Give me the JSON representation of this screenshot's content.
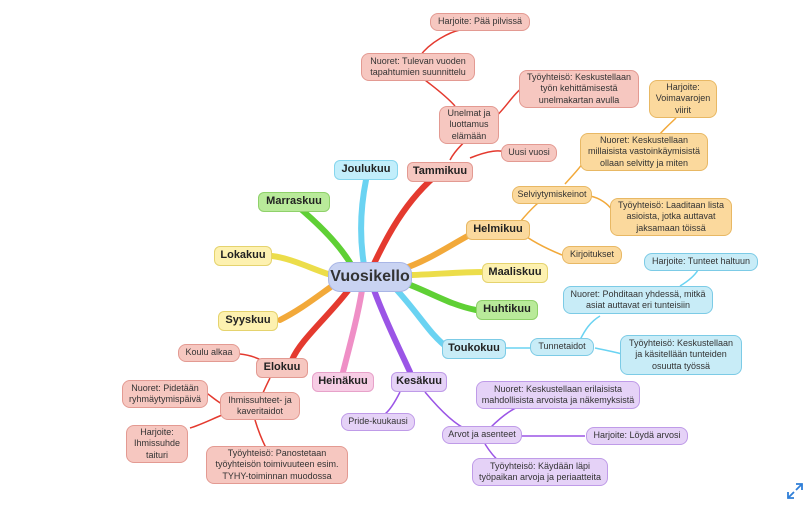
{
  "center": {
    "label": "Vuosikello"
  },
  "months": {
    "joulukuu": "Joulukuu",
    "tammikuu": "Tammikuu",
    "marraskuu": "Marraskuu",
    "helmikuu": "Helmikuu",
    "lokakuu": "Lokakuu",
    "maaliskuu": "Maaliskuu",
    "huhtikuu": "Huhtikuu",
    "syyskuu": "Syyskuu",
    "toukokuu": "Toukokuu",
    "elokuu": "Elokuu",
    "heinakuu": "Heinäkuu",
    "kesakuu": "Kesäkuu"
  },
  "tammikuu_branch": {
    "harjoite": "Harjoite: Pää pilvissä",
    "nuoret": "Nuoret: Tulevan vuoden\ntapahtumien suunnittelu",
    "tyoyhteiso": "Työyhteisö: Keskustellaan\ntyön kehittämisestä\nunelmakartan avulla",
    "unelmat": "Unelmat ja\nluottamus\nelämään",
    "uusi_vuosi": "Uusi vuosi"
  },
  "helmikuu_branch": {
    "harjoite": "Harjoite:\nVoimavarojen\nviirit",
    "nuoret": "Nuoret: Keskustellaan\nmillaisista vastoinkäymisistä\nollaan selvitty ja miten",
    "selviytyminen": "Selviytymiskeinot",
    "tyoyhteiso": "Työyhteisö: Laaditaan lista\nasioista, jotka auttavat\njaksamaan töissä",
    "kirjoitukset": "Kirjoitukset"
  },
  "toukokuu_branch": {
    "harjoite": "Harjoite: Tunteet haltuun",
    "nuoret": "Nuoret: Pohditaan yhdessä, mitkä\nasiat auttavat eri tunteisiin",
    "tunnetaidot": "Tunnetaidot",
    "tyoyhteiso": "Työyhteisö: Keskustellaan\nja käsitellään tunteiden\nosuutta työssä"
  },
  "elokuu_branch": {
    "koulu": "Koulu alkaa",
    "nuoret": "Nuoret: Pidetään\nryhmäytymispäivä",
    "ihmissuhteet": "Ihmissuhteet- ja\nkaveritaidot",
    "harjoite": "Harjoite:\nIhmissuhde\ntaituri",
    "tyoyhteiso": "Työyhteisö: Panostetaan\ntyöyhteisön toimivuuteen esim.\nTYHY-toiminnan muodossa"
  },
  "kesakuu_branch": {
    "pride": "Pride-kuukausi",
    "nuoret": "Nuoret: Keskustellaan erilaisista\nmahdollisista arvoista ja näkemyksistä",
    "arvot": "Arvot ja asenteet",
    "harjoite": "Harjoite: Löydä arvosi",
    "tyoyhteiso": "Työyhteisö: Käydään läpi\ntyöpaikan arvoja ja periaatteita"
  },
  "icons": {
    "expand": "expand-arrows-icon"
  },
  "colors": {
    "tammikuu": "#e43a2f",
    "helmikuu": "#f2a93a",
    "maaliskuu": "#ecdd4a",
    "huhtikuu": "#5fd035",
    "toukokuu": "#6ad3f2",
    "kesakuu": "#9b55e6",
    "heinakuu": "#ef8fc6",
    "elokuu": "#e43a2f",
    "syyskuu": "#f2a93a",
    "lokakuu": "#ecdd4a",
    "marraskuu": "#5fd035",
    "joulukuu": "#6ad3f2"
  }
}
